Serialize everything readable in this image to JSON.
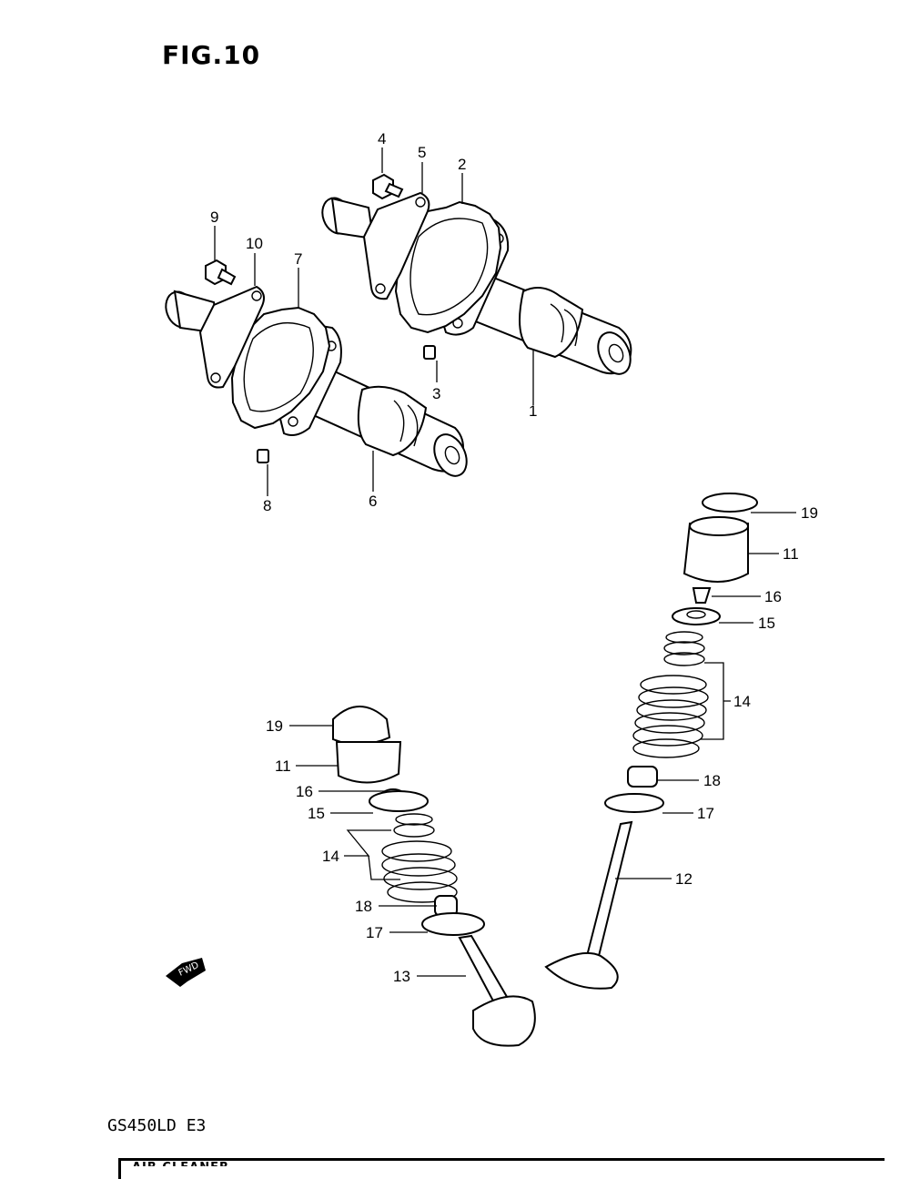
{
  "figure": {
    "title": "FIG.10",
    "model_code": "GS450LD E3",
    "footer_text": "AIR CLEANER"
  },
  "fwd_marker": {
    "text": "FWD",
    "icon": "forward-arrow-icon"
  },
  "callouts": {
    "c1": "1",
    "c2": "2",
    "c3": "3",
    "c4": "4",
    "c5": "5",
    "c6": "6",
    "c7": "7",
    "c8": "8",
    "c9": "9",
    "c10": "10",
    "r19": "19",
    "r11": "11",
    "r16": "16",
    "r15": "15",
    "r14": "14",
    "r18": "18",
    "r17": "17",
    "r12": "12",
    "l19": "19",
    "l11": "11",
    "l16": "16",
    "l15": "15",
    "l14": "14",
    "l18": "18",
    "l17": "17",
    "l13": "13"
  }
}
